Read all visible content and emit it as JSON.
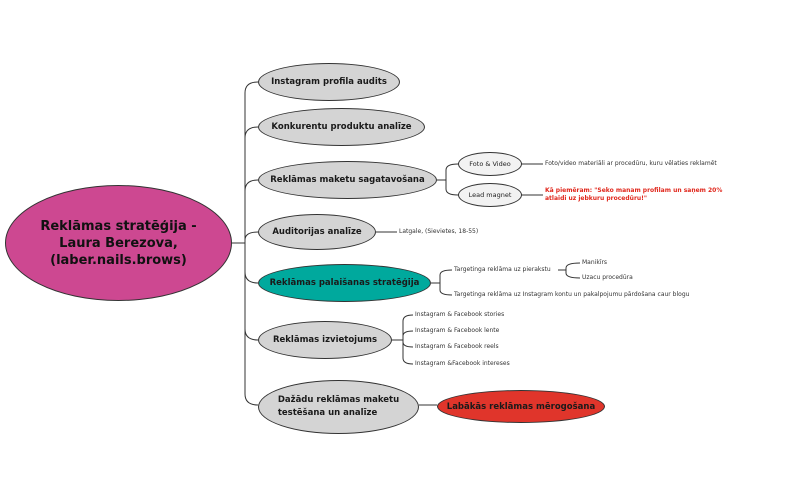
{
  "root": {
    "text": "Reklāmas stratēģija -\nLaura Berezova,\n(laber.nails.brows)",
    "color": "#cd4891"
  },
  "branches": [
    {
      "label": "Instagram profila audits"
    },
    {
      "label": "Konkurentu produktu analīze"
    },
    {
      "label": "Reklāmas maketu sagatavošana",
      "children": [
        {
          "label": "Foto & Video",
          "note": "Foto/video materiāli ar procedūru, kuru vēlaties reklamēt"
        },
        {
          "label": "Lead magnet",
          "note": "Kā piemēram: \"Seko manam profilam un saņem 20% atlaidi uz jebkuru procedūru!\""
        }
      ]
    },
    {
      "label": "Auditorijas analīze",
      "note": "Latgale, (Sievietes, 18-55)"
    },
    {
      "label": "Reklāmas palaišanas stratēģija",
      "color": "#00a99d",
      "children": [
        {
          "text": "Targetinga reklāma uz pierakstu",
          "children": [
            "Manikīrs",
            "Uzacu procedūra"
          ]
        },
        {
          "text": "Targetinga reklāma uz Instagram kontu un pakalpojumu pārdošana caur blogu"
        }
      ]
    },
    {
      "label": "Reklāmas izvietojums",
      "children": [
        "Instagram & Facebook stories",
        "Instagram & Facebook lente",
        "Instagram & Facebook reels",
        "Instagram &Facebook intereses"
      ]
    },
    {
      "label": "Dažādu reklāmas maketu\ntestēšana un analīze",
      "next": {
        "label": "Labākās reklāmas mērogošana",
        "color": "#e0352b"
      }
    }
  ],
  "colors": {
    "node_fill": "#d4d4d4",
    "child_fill": "#f2f2f2",
    "line": "#333333"
  }
}
